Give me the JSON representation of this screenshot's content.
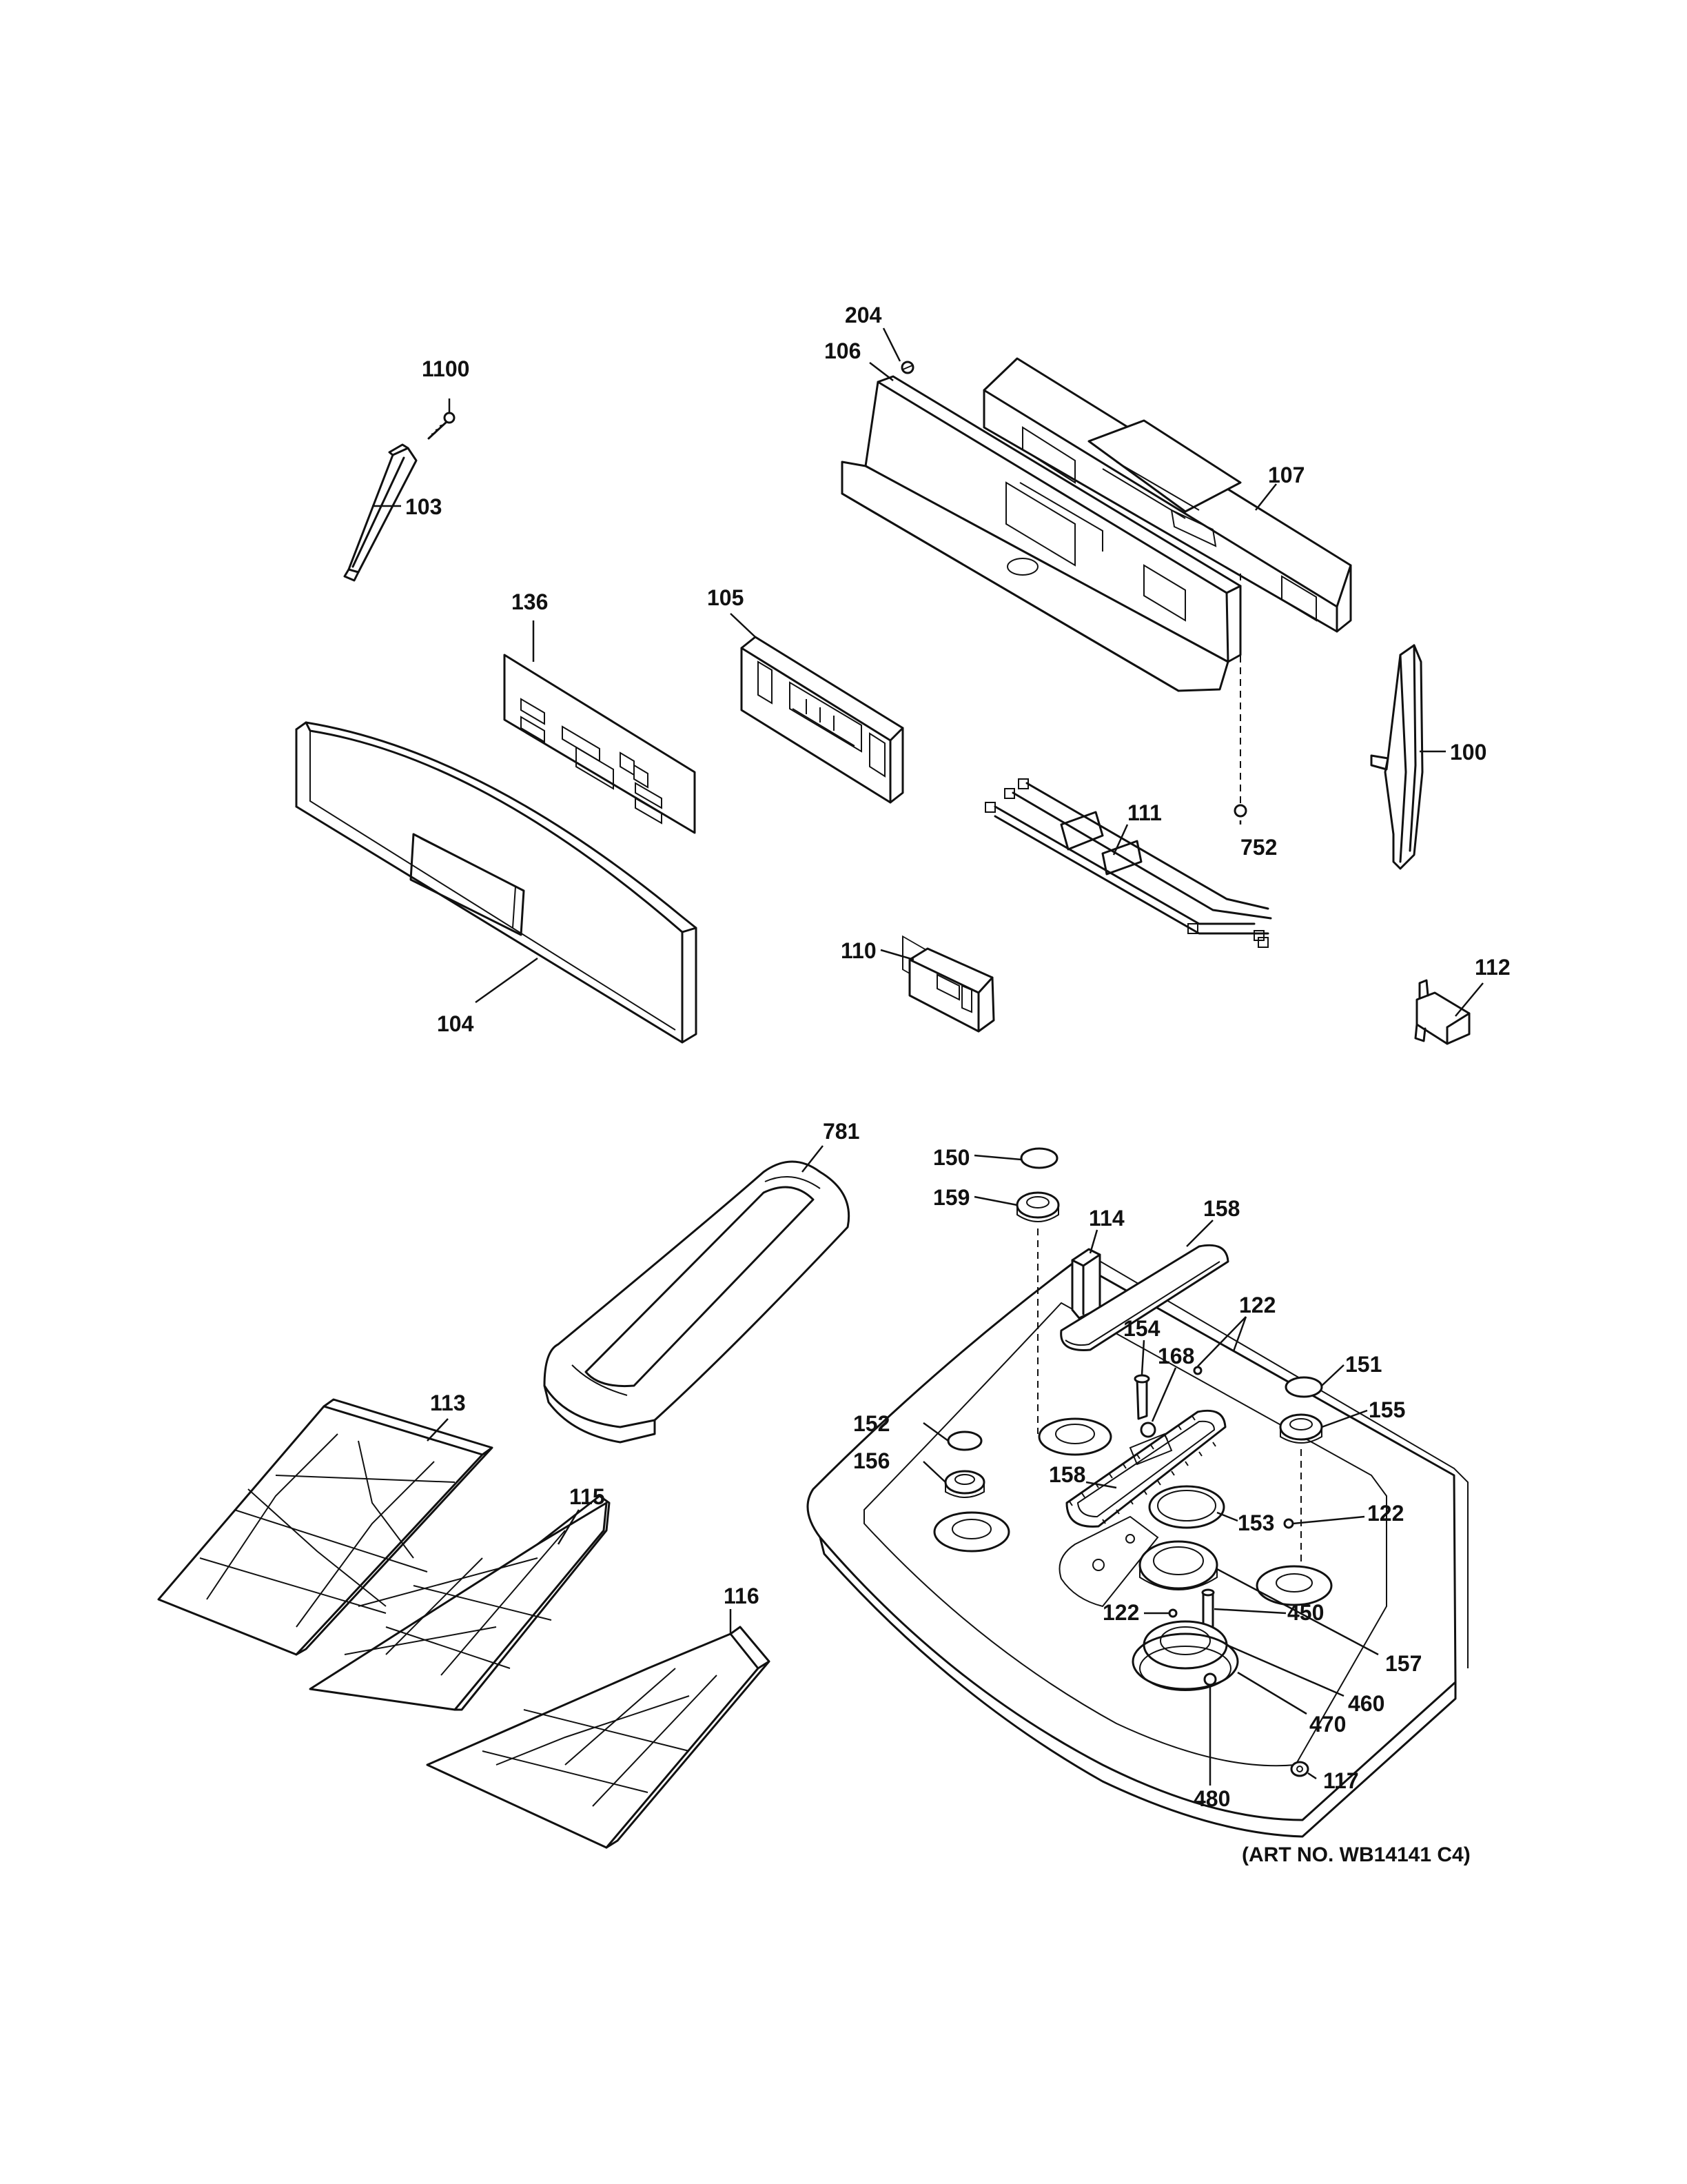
{
  "diagram": {
    "callouts": {
      "c1100": "1100",
      "c103": "103",
      "c204": "204",
      "c106": "106",
      "c107": "107",
      "c136": "136",
      "c105": "105",
      "c100": "100",
      "c111": "111",
      "c752": "752",
      "c104": "104",
      "c110": "110",
      "c112": "112",
      "c781": "781",
      "c150": "150",
      "c159": "159",
      "c114": "114",
      "c158a": "158",
      "c122a": "122",
      "c154": "154",
      "c168": "168",
      "c151": "151",
      "c155": "155",
      "c152": "152",
      "c156": "156",
      "c158b": "158",
      "c153": "153",
      "c122b": "122",
      "c122c": "122",
      "c450": "450",
      "c157": "157",
      "c460": "460",
      "c470": "470",
      "c113": "113",
      "c115": "115",
      "c116": "116",
      "c117": "117",
      "c480": "480"
    },
    "art_number": "(ART NO. WB14141 C4)"
  }
}
